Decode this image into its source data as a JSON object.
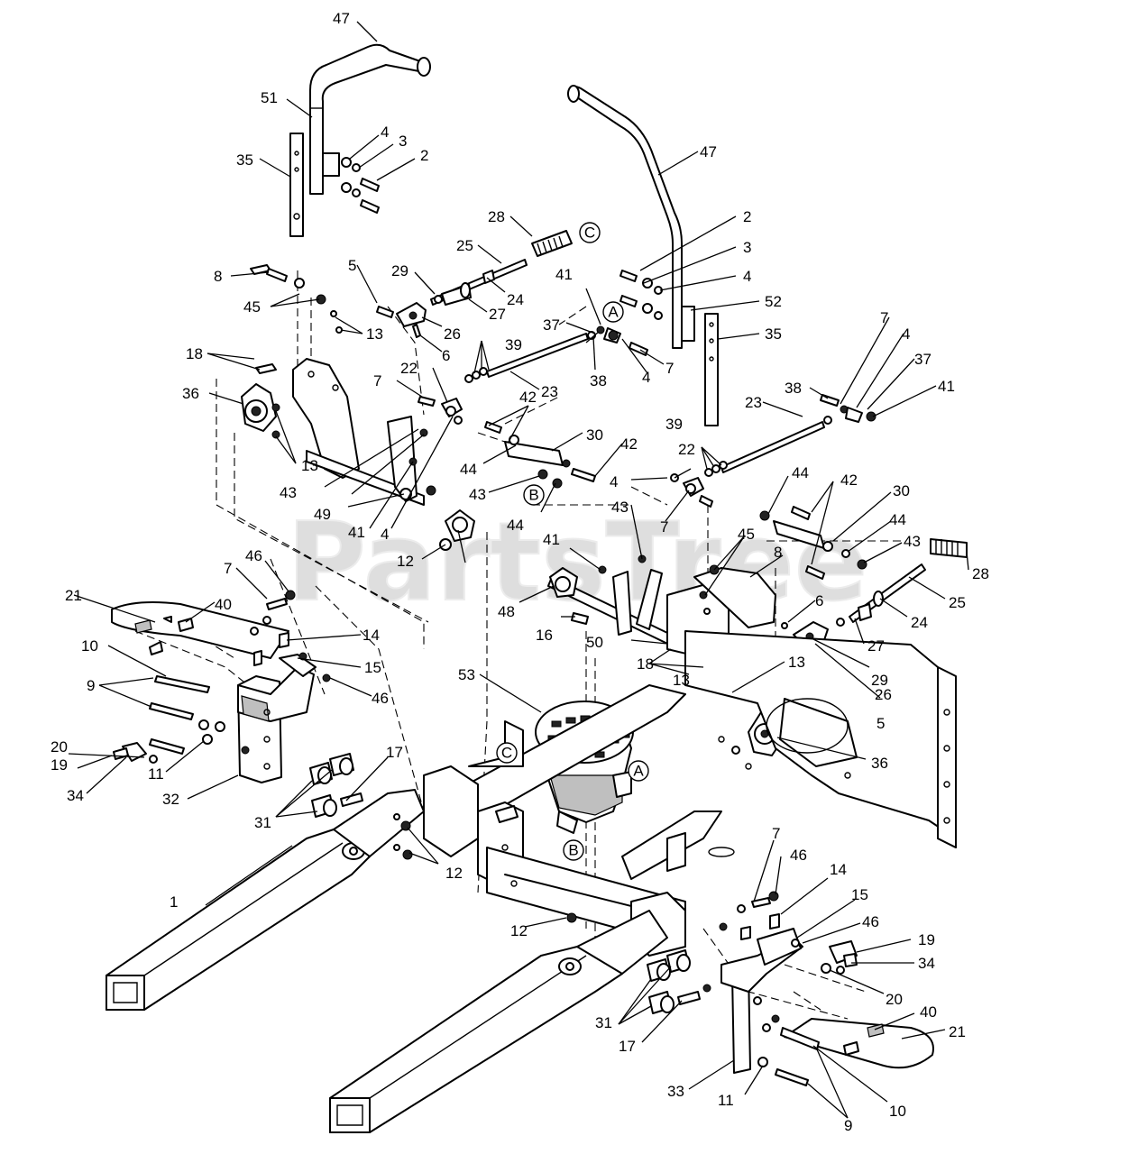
{
  "watermark": "PartsTree",
  "callouts": [
    "A",
    "B",
    "C"
  ],
  "part_numbers": [
    "1",
    "2",
    "3",
    "4",
    "5",
    "6",
    "7",
    "8",
    "9",
    "10",
    "11",
    "12",
    "13",
    "14",
    "15",
    "16",
    "17",
    "18",
    "19",
    "20",
    "21",
    "22",
    "23",
    "24",
    "25",
    "26",
    "27",
    "28",
    "29",
    "30",
    "31",
    "32",
    "33",
    "34",
    "35",
    "36",
    "37",
    "38",
    "39",
    "40",
    "41",
    "42",
    "43",
    "44",
    "45",
    "46",
    "47",
    "48",
    "49",
    "50",
    "51",
    "52",
    "53"
  ]
}
